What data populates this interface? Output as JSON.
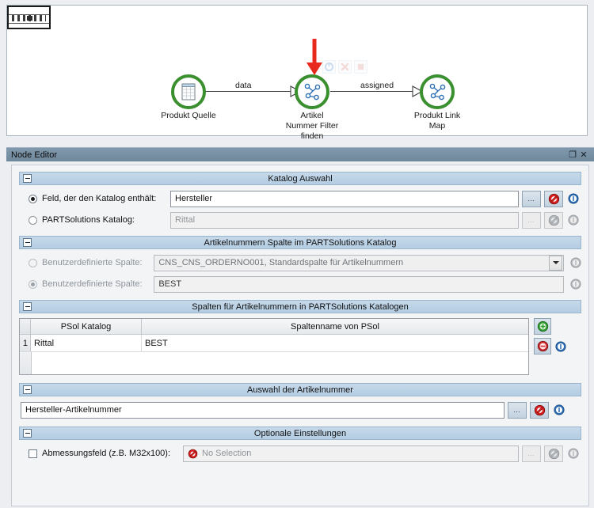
{
  "canvas": {
    "minimap_name": "overview-thumbnail",
    "toolbar": [
      {
        "name": "execute-icon",
        "glyph": "power"
      },
      {
        "name": "cancel-icon",
        "glyph": "x"
      },
      {
        "name": "stop-icon",
        "glyph": "square"
      }
    ],
    "nodes": [
      {
        "id": "produkt-quelle",
        "label": "Produkt Quelle",
        "icon": "table-source-icon",
        "status": "ok"
      },
      {
        "id": "artikel-nummer-filter-finden",
        "label": "Artikel\nNummer Filter\nfinden",
        "icon": "node-graph-icon",
        "status": "warning"
      },
      {
        "id": "produkt-link-map",
        "label": "Produkt Link\nMap",
        "icon": "node-graph-icon",
        "status": "ok"
      }
    ],
    "edges": [
      {
        "from": "produkt-quelle",
        "to": "artikel-nummer-filter-finden",
        "label": "data"
      },
      {
        "from": "artikel-nummer-filter-finden",
        "to": "produkt-link-map",
        "label": "assigned"
      }
    ],
    "annotation": {
      "name": "red-arrow-pointer",
      "points_to": "artikel-nummer-filter-finden",
      "color": "#e8291d"
    }
  },
  "node_editor": {
    "title": "Node Editor",
    "float_label": "❐",
    "close_label": "✕",
    "sections": [
      {
        "id": "katalog-auswahl",
        "title": "Katalog Auswahl",
        "collapse_label": "−",
        "rows": [
          {
            "id": "feld-katalog",
            "label": "Feld, der den Katalog enthält:",
            "selected": true,
            "value": "Hersteller",
            "enabled": true,
            "browse_label": "…",
            "clear_icon": "clear-no-entry-icon",
            "info_icon": "info-icon"
          },
          {
            "id": "partsolutions-katalog",
            "label": "PARTSolutions Katalog:",
            "selected": false,
            "value": "Rittal",
            "enabled": false,
            "browse_label": "…",
            "clear_icon": "clear-no-entry-icon",
            "info_icon": "info-icon"
          }
        ]
      },
      {
        "id": "artikelnummern-spalte",
        "title": "Artikelnummern Spalte im PARTSolutions Katalog",
        "collapse_label": "−",
        "rows": [
          {
            "id": "standardspalte",
            "label": "Benutzerdefinierte Spalte:",
            "selected": false,
            "enabled": false,
            "control": "combo",
            "value": "CNS_CNS_ORDERNO001, Standardspalte für Artikelnummern",
            "info_icon": "info-icon"
          },
          {
            "id": "benutzerdefinierte-spalte",
            "label": "Benutzerdefinierte Spalte:",
            "selected": true,
            "enabled": false,
            "control": "text",
            "value": "BEST",
            "info_icon": "info-icon"
          }
        ]
      },
      {
        "id": "spalten-tabelle",
        "title": "Spalten für Artikelnummern in PARTSolutions Katalogen",
        "collapse_label": "−",
        "table": {
          "columns": [
            "",
            "PSol Katalog",
            "Spaltenname von PSol"
          ],
          "rows": [
            {
              "index": "1",
              "cells": [
                "Rittal",
                "BEST"
              ]
            }
          ],
          "add_label": "+",
          "remove_label": "−",
          "info_icon": "info-icon"
        }
      },
      {
        "id": "auswahl-artikelnummer",
        "title": "Auswahl der Artikelnummer",
        "collapse_label": "−",
        "field": {
          "id": "artikelnummer-field",
          "value": "Hersteller-Artikelnummer",
          "browse_label": "…",
          "clear_icon": "clear-no-entry-icon",
          "info_icon": "info-icon"
        }
      },
      {
        "id": "optionale-einstellungen",
        "title": "Optionale Einstellungen",
        "collapse_label": "−",
        "rows": [
          {
            "id": "abmessungsfeld",
            "label": "Abmessungsfeld (z.B. M32x100):",
            "checked": false,
            "enabled": false,
            "value": "No Selection",
            "value_icon": "no-entry-icon",
            "browse_label": "…",
            "clear_icon": "clear-no-entry-icon",
            "info_icon": "info-icon"
          }
        ]
      }
    ]
  },
  "colors": {
    "node_ok": "#3a8f2f",
    "node_warning": "#f2e419",
    "accent_blue": "#1f5fa8",
    "title_bar": "#7a92a7",
    "section_header": "#b3cde3",
    "red": "#e8291d",
    "green_add": "#2f9e2f"
  }
}
